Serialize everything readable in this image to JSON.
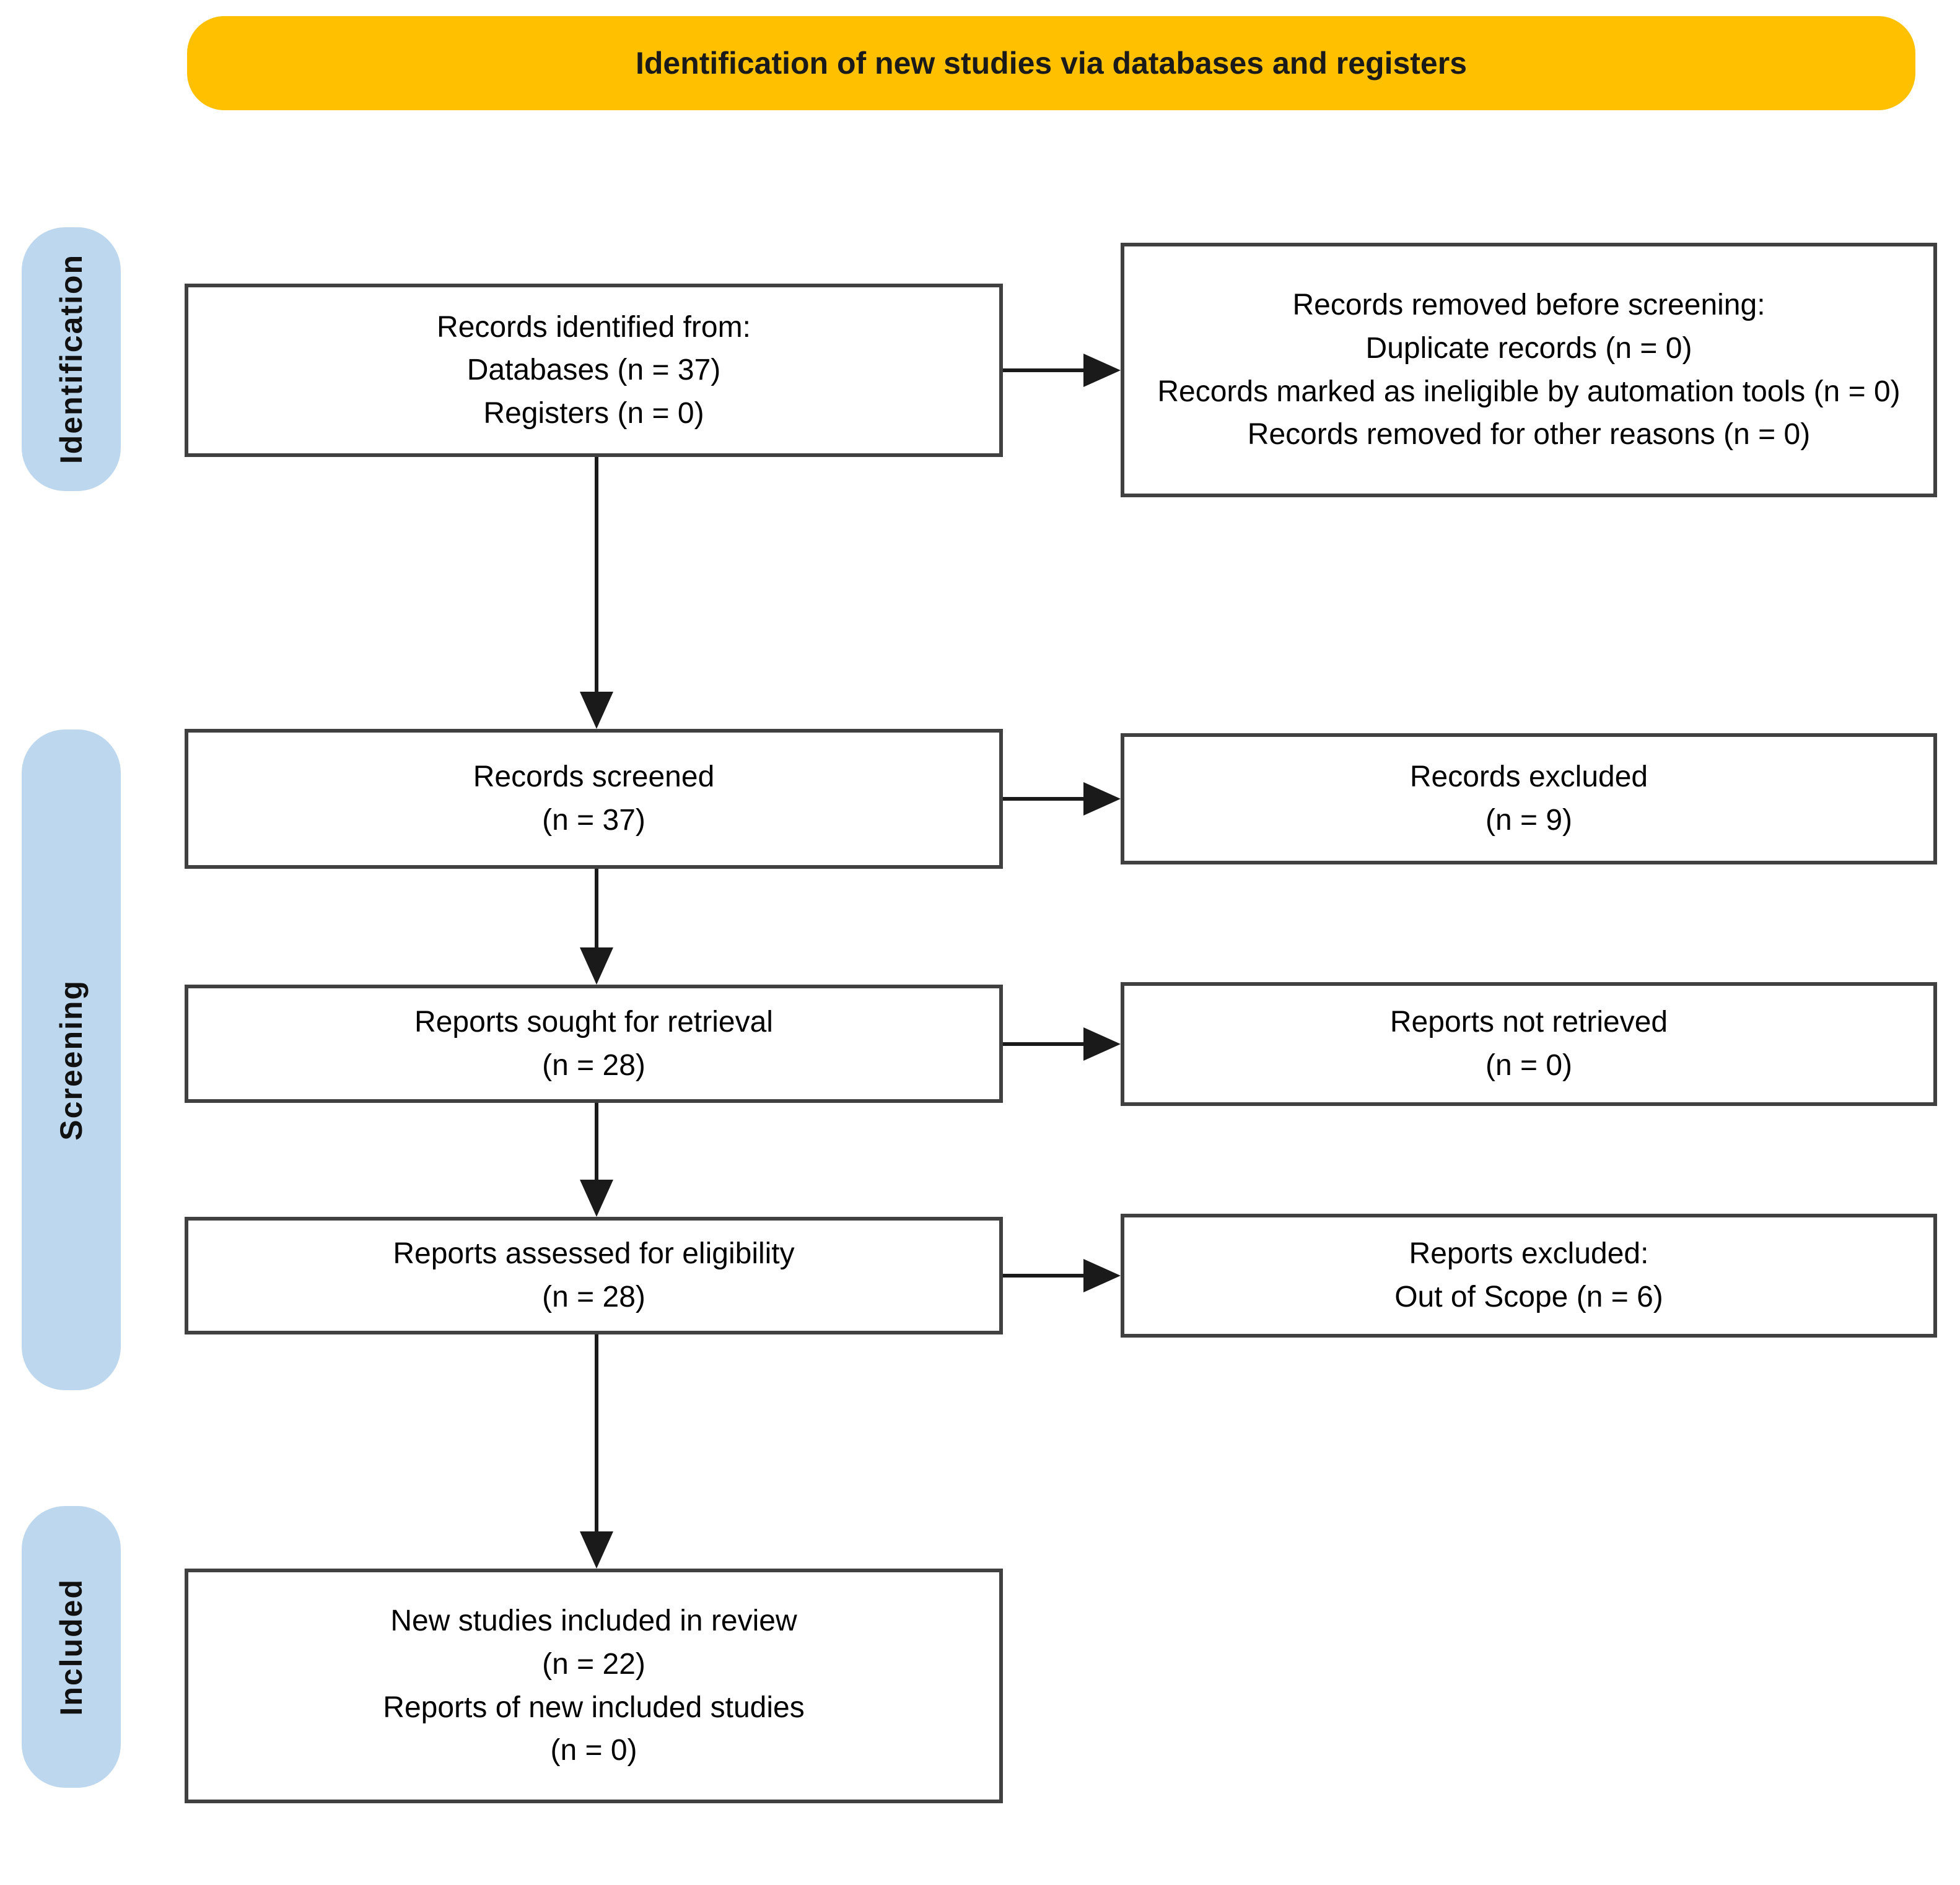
{
  "banner": {
    "title": "Identification of new studies via databases and registers"
  },
  "colors": {
    "banner_bg": "#FFC000",
    "stage_bg": "#BDD7EE",
    "box_border": "#404040",
    "arrow": "#1A1A1A",
    "text": "#000000"
  },
  "stages": {
    "identification": "Identification",
    "screening": "Screening",
    "included": "Included"
  },
  "boxes": {
    "records_identified": {
      "lines": [
        "Records identified from:",
        "Databases (n = 37)",
        "Registers (n = 0)"
      ]
    },
    "records_removed": {
      "lines": [
        "Records removed before screening:",
        "Duplicate records (n = 0)",
        "Records marked as ineligible by automation tools (n = 0)",
        "Records removed for other reasons (n = 0)"
      ]
    },
    "records_screened": {
      "lines": [
        "Records screened",
        "(n = 37)"
      ]
    },
    "records_excluded": {
      "lines": [
        "Records excluded",
        "(n = 9)"
      ]
    },
    "reports_sought": {
      "lines": [
        "Reports sought for retrieval",
        "(n = 28)"
      ]
    },
    "reports_not_retrieved": {
      "lines": [
        "Reports not retrieved",
        "(n = 0)"
      ]
    },
    "reports_assessed": {
      "lines": [
        "Reports assessed for eligibility",
        "(n = 28)"
      ]
    },
    "reports_excluded": {
      "lines": [
        "Reports excluded:",
        "Out of Scope (n = 6)"
      ]
    },
    "studies_included": {
      "lines": [
        "New studies included in review",
        "(n = 22)",
        "Reports of new included studies",
        "(n = 0)"
      ]
    }
  }
}
